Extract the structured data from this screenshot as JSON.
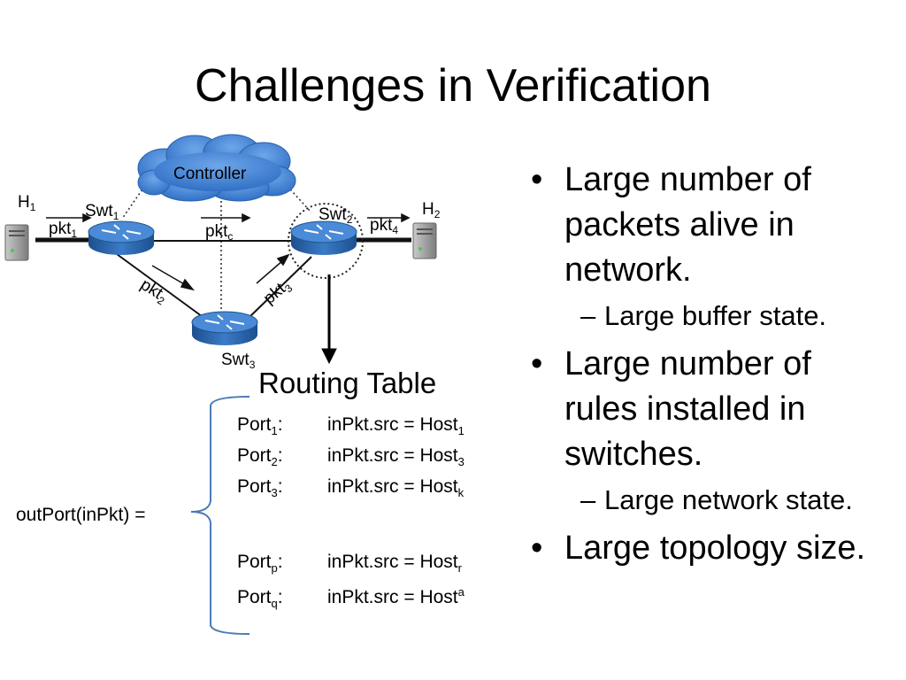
{
  "slide": {
    "title": "Challenges in Verification"
  },
  "diagram": {
    "controller": "Controller",
    "host1": {
      "base": "H",
      "sub": "1"
    },
    "host2": {
      "base": "H",
      "sub": "2"
    },
    "swt1": {
      "base": "Swt",
      "sub": "1"
    },
    "swt2": {
      "base": "Swt",
      "sub": "2"
    },
    "swt3": {
      "base": "Swt",
      "sub": "3"
    },
    "pkt1": {
      "base": "pkt",
      "sub": "1"
    },
    "pktc": {
      "base": "pkt",
      "sub": "c"
    },
    "pkt4": {
      "base": "pkt",
      "sub": "4"
    },
    "pkt2": {
      "base": "pkt",
      "sub": "2"
    },
    "pkt3": {
      "base": "pkt",
      "sub": "3"
    },
    "colors": {
      "switch_blue": "#2f6fb6",
      "cloud_blue": "#3d7fd0",
      "server_gray": "#9a9a9a"
    }
  },
  "routing": {
    "title": "Routing Table",
    "outport_label": "outPort(inPkt) =",
    "rows": [
      {
        "port_base": "Port",
        "port_sub": "1",
        "rule_base": "inPkt.src = Host",
        "rule_sub": "1"
      },
      {
        "port_base": "Port",
        "port_sub": "2",
        "rule_base": "inPkt.src = Host",
        "rule_sub": "3"
      },
      {
        "port_base": "Port",
        "port_sub": "3",
        "rule_base": "inPkt.src = Host",
        "rule_sub": "k"
      },
      {
        "port_base": "Port",
        "port_sub": "p",
        "rule_base": "inPkt.src = Host",
        "rule_sub": "r"
      },
      {
        "port_base": "Port",
        "port_sub": "q",
        "rule_base": "inPkt.src = Host",
        "rule_sup": "a"
      }
    ]
  },
  "bullets": {
    "b1": "Large number of packets alive in network.",
    "b1_sub": "Large buffer state.",
    "b2": "Large number of rules installed in switches.",
    "b2_sub": "Large network state.",
    "b3": "Large topology size.",
    "bullet_glyph": "•",
    "dash_glyph": "–"
  }
}
